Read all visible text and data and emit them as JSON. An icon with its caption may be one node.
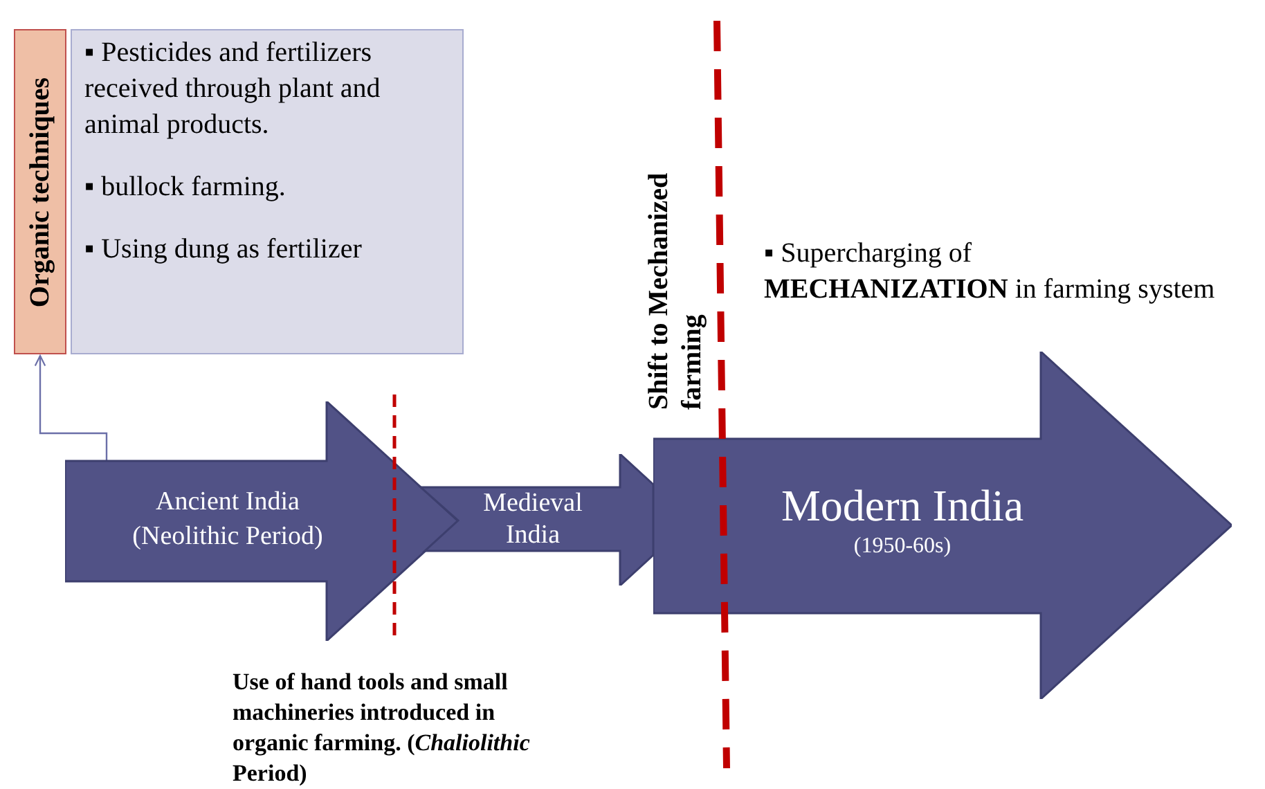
{
  "diagram": {
    "nodes": [
      {
        "text": [
          "Organic techniques"
        ]
      },
      {
        "text": [
          "▪ Pesticides and fertilizers received through plant and animal products.",
          "▪ bullock farming.",
          "▪ Using dung as fertilizer"
        ]
      },
      {
        "text": [
          "Ancient India (Neolithic Period)"
        ]
      },
      {
        "text": [
          "Medieval India"
        ]
      },
      {
        "text": [
          "Modern India",
          "(1950-60s)"
        ]
      }
    ],
    "edges": [
      {
        "from": 2,
        "to": 0,
        "arrow": "to"
      }
    ],
    "labels": [
      "Shift to Mechanized farming",
      "▪ Supercharging of **MECHANIZATION** in farming system",
      "Use of hand tools and small machineries introduced in organic farming. (*Chaliolithic* Period)"
    ]
  }
}
